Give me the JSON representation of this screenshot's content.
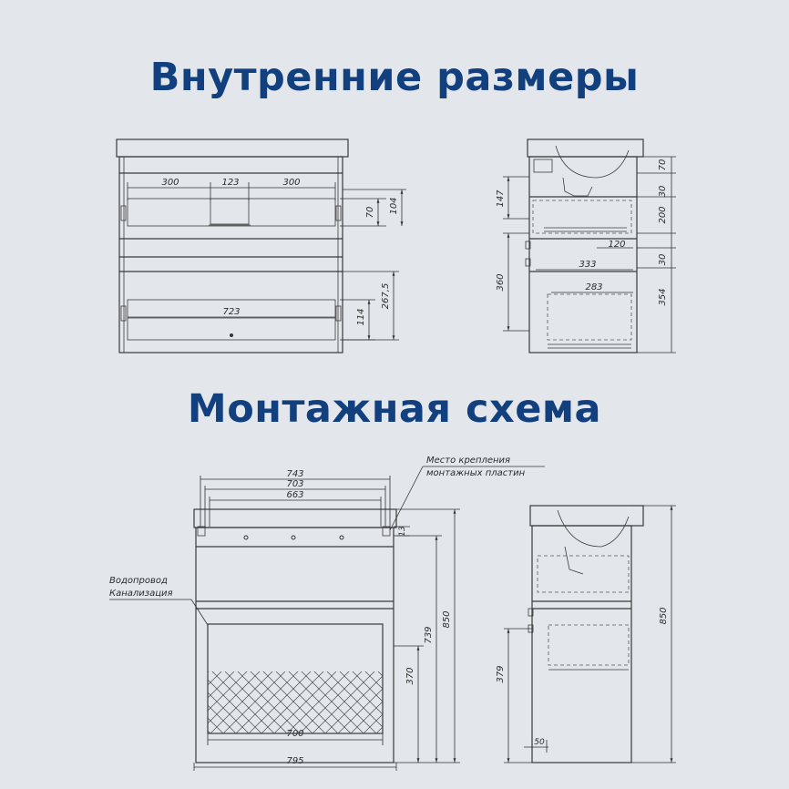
{
  "titles": {
    "internal": "Внутренние размеры",
    "mounting": "Монтажная схема"
  },
  "internal_front": {
    "d300_left": "300",
    "d123": "123",
    "d300_right": "300",
    "d70": "70",
    "d104": "104",
    "d723": "723",
    "d114": "114",
    "d267_5": "267,5"
  },
  "internal_side": {
    "d70": "70",
    "d147": "147",
    "d30_top": "30",
    "d200": "200",
    "d120": "120",
    "d333": "333",
    "d30_mid": "30",
    "d360": "360",
    "d283": "283",
    "d354": "354"
  },
  "mount_front": {
    "d743": "743",
    "d703": "703",
    "d663": "663",
    "d13": "13",
    "d850": "850",
    "d739": "739",
    "d370": "370",
    "d700": "700",
    "d795": "795",
    "label_plates_line1": "Место крепления",
    "label_plates_line2": "монтажных пластин",
    "label_pipes_line1": "Водопровод",
    "label_pipes_line2": "Канализация"
  },
  "mount_side": {
    "d850": "850",
    "d379": "379",
    "d50": "50"
  },
  "colors": {
    "title": "#123f7e",
    "background": "#e3e7ec",
    "line": "#3a3a3a"
  }
}
